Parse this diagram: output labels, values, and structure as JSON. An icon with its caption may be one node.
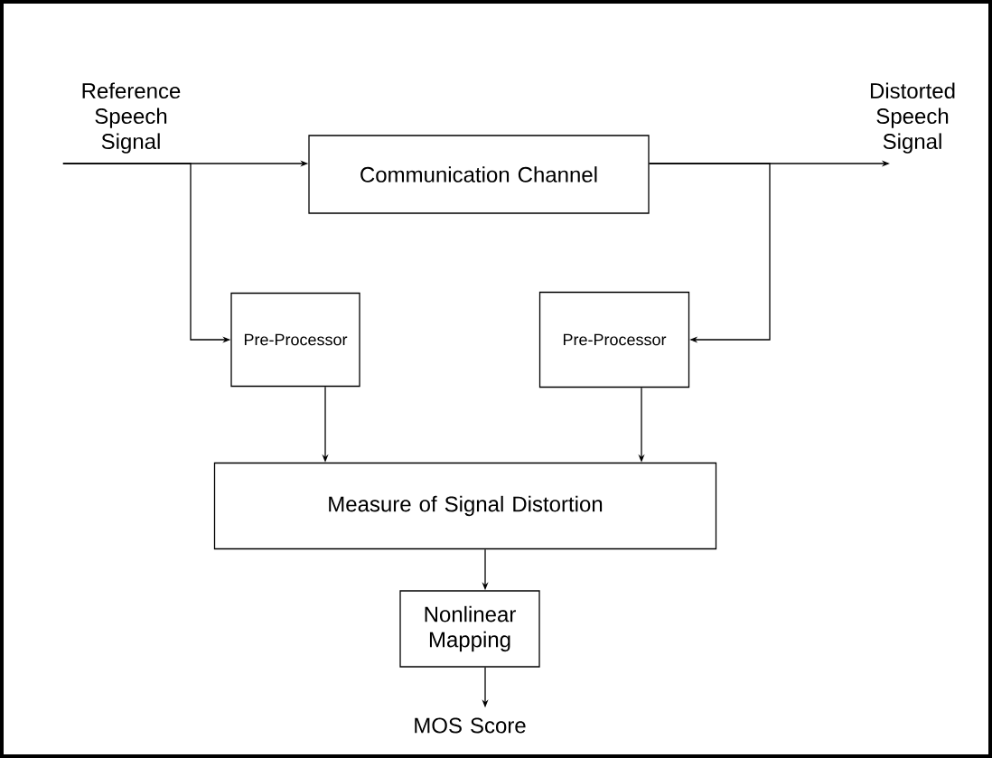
{
  "diagram": {
    "nodes": [
      {
        "text": [
          "Reference Speech Signal"
        ]
      },
      {
        "text": [
          "Distorted Speech Signal"
        ]
      },
      {
        "text": [
          "Communication Channel"
        ]
      },
      {
        "text": [
          "Pre-Processor"
        ]
      },
      {
        "text": [
          "Pre-Processor"
        ]
      },
      {
        "text": [
          "Measure of Signal Distortion"
        ]
      },
      {
        "text": [
          "Nonlinear Mapping"
        ]
      },
      {
        "text": [
          "MOS Score"
        ]
      }
    ],
    "edges": [
      {
        "from": 0,
        "to": 2,
        "arrow": "to"
      },
      {
        "from": 0,
        "to": 3,
        "arrow": "to"
      },
      {
        "from": 2,
        "to": 1,
        "arrow": "to"
      },
      {
        "from": 2,
        "to": 4,
        "arrow": "to"
      },
      {
        "from": 3,
        "to": 5,
        "arrow": "to"
      },
      {
        "from": 4,
        "to": 5,
        "arrow": "to"
      },
      {
        "from": 5,
        "to": 6,
        "arrow": "to"
      },
      {
        "from": 6,
        "to": 7,
        "arrow": "to"
      }
    ]
  }
}
